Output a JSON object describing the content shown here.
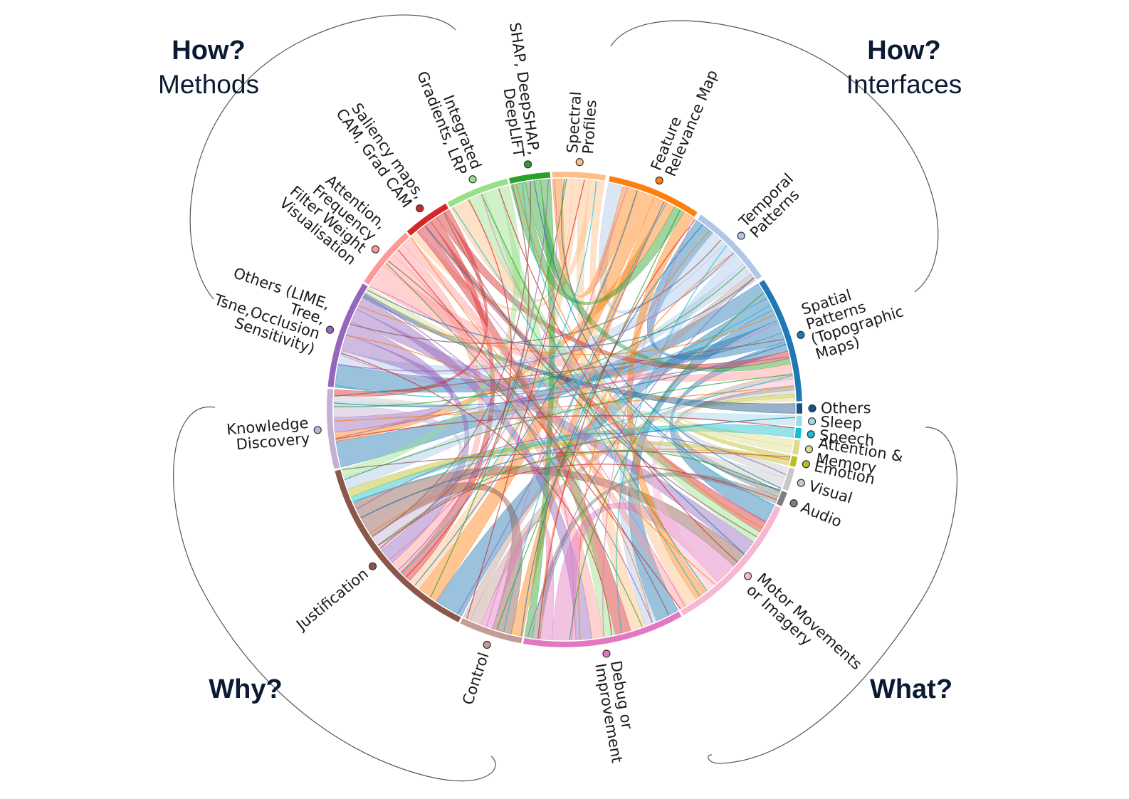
{
  "quadrants": {
    "methods": {
      "title": "How?",
      "subtitle": "Methods"
    },
    "interfaces": {
      "title": "How?",
      "subtitle": "Interfaces"
    },
    "why": {
      "title": "Why?",
      "subtitle": ""
    },
    "what": {
      "title": "What?",
      "subtitle": ""
    }
  },
  "chart_data": {
    "type": "chord",
    "groups": [
      {
        "id": "spectral",
        "lines": [
          "Spectral",
          "Profiles"
        ],
        "color": "#fdbf86",
        "category": "interfaces"
      },
      {
        "id": "feature",
        "lines": [
          "Feature",
          "Relevance Map"
        ],
        "color": "#ff7f0e",
        "category": "interfaces"
      },
      {
        "id": "temporal",
        "lines": [
          "Temporal",
          "Patterns"
        ],
        "color": "#aec7e8",
        "category": "interfaces"
      },
      {
        "id": "spatial",
        "lines": [
          "Spatial",
          "Patterns",
          "(Topographic",
          "Maps)"
        ],
        "color": "#1f77b4",
        "category": "interfaces"
      },
      {
        "id": "others_what",
        "lines": [
          "Others"
        ],
        "color": "#1a4f86",
        "category": "what"
      },
      {
        "id": "sleep",
        "lines": [
          "Sleep"
        ],
        "color": "#9edae5",
        "category": "what"
      },
      {
        "id": "speech",
        "lines": [
          "Speech"
        ],
        "color": "#17becf",
        "category": "what"
      },
      {
        "id": "attention",
        "lines": [
          "Attention &",
          "Memory"
        ],
        "color": "#dbdb8d",
        "category": "what"
      },
      {
        "id": "emotion",
        "lines": [
          "Emotion"
        ],
        "color": "#bcbd22",
        "category": "what"
      },
      {
        "id": "visual",
        "lines": [
          "Visual"
        ],
        "color": "#c7c7c7",
        "category": "what"
      },
      {
        "id": "audio",
        "lines": [
          "Audio"
        ],
        "color": "#7f7f7f",
        "category": "what"
      },
      {
        "id": "motor",
        "lines": [
          "Motor Movements",
          "or Imagery"
        ],
        "color": "#f7b6d2",
        "category": "what"
      },
      {
        "id": "debug",
        "lines": [
          "Debug or",
          "Improvement"
        ],
        "color": "#e377c2",
        "category": "why"
      },
      {
        "id": "control",
        "lines": [
          "Control"
        ],
        "color": "#c49c94",
        "category": "why"
      },
      {
        "id": "justification",
        "lines": [
          "Justification"
        ],
        "color": "#8c564b",
        "category": "why"
      },
      {
        "id": "knowledge",
        "lines": [
          "Knowledge",
          "Discovery"
        ],
        "color": "#c5b0d5",
        "category": "why"
      },
      {
        "id": "others_how",
        "lines": [
          "Others (LIME,",
          "Tree,",
          "Tsne,Occlusion",
          "Sensitivity)"
        ],
        "color": "#9467bd",
        "category": "methods"
      },
      {
        "id": "attn_filter",
        "lines": [
          "Attention,",
          "Frequency",
          "Filter Weight",
          "Visualisation"
        ],
        "color": "#ff9896",
        "category": "methods"
      },
      {
        "id": "saliency",
        "lines": [
          "Saliency maps,",
          "CAM, Grad CAM"
        ],
        "color": "#d62728",
        "category": "methods"
      },
      {
        "id": "integrated",
        "lines": [
          "Integrated",
          "Gradients, LRP"
        ],
        "color": "#98df8a",
        "category": "methods"
      },
      {
        "id": "shap",
        "lines": [
          "SHAP, DeepSHAP,",
          "DeepLIFT"
        ],
        "color": "#2ca02c",
        "category": "methods"
      }
    ]
  }
}
